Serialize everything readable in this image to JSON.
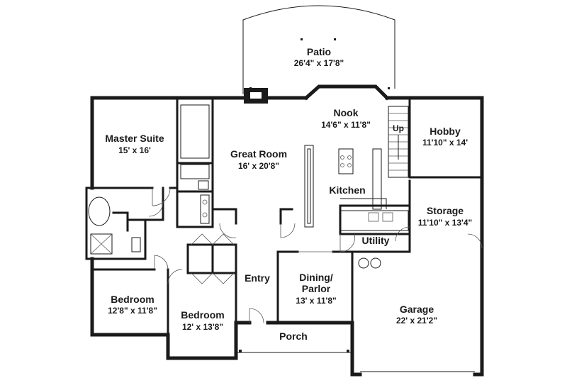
{
  "rooms": {
    "patio": {
      "name": "Patio",
      "dims": "26'4\" x 17'8\""
    },
    "master_suite": {
      "name": "Master Suite",
      "dims": "15' x 16'"
    },
    "great_room": {
      "name": "Great Room",
      "dims": "16' x 20'8\""
    },
    "nook": {
      "name": "Nook",
      "dims": "14'6\" x 11'8\""
    },
    "hobby": {
      "name": "Hobby",
      "dims": "11'10\" x 14'"
    },
    "kitchen": {
      "name": "Kitchen"
    },
    "storage": {
      "name": "Storage",
      "dims": "11'10\" x 13'4\""
    },
    "utility": {
      "name": "Utility"
    },
    "entry": {
      "name": "Entry"
    },
    "dining": {
      "name": "Dining/",
      "name2": "Parlor",
      "dims": "13' x 11'8\""
    },
    "bedroom1": {
      "name": "Bedroom",
      "dims": "12'8\" x 11'8\""
    },
    "bedroom2": {
      "name": "Bedroom",
      "dims": "12' x 13'8\""
    },
    "garage": {
      "name": "Garage",
      "dims": "22' x 21'2\""
    },
    "porch": {
      "name": "Porch"
    }
  },
  "stair_label": "Up"
}
